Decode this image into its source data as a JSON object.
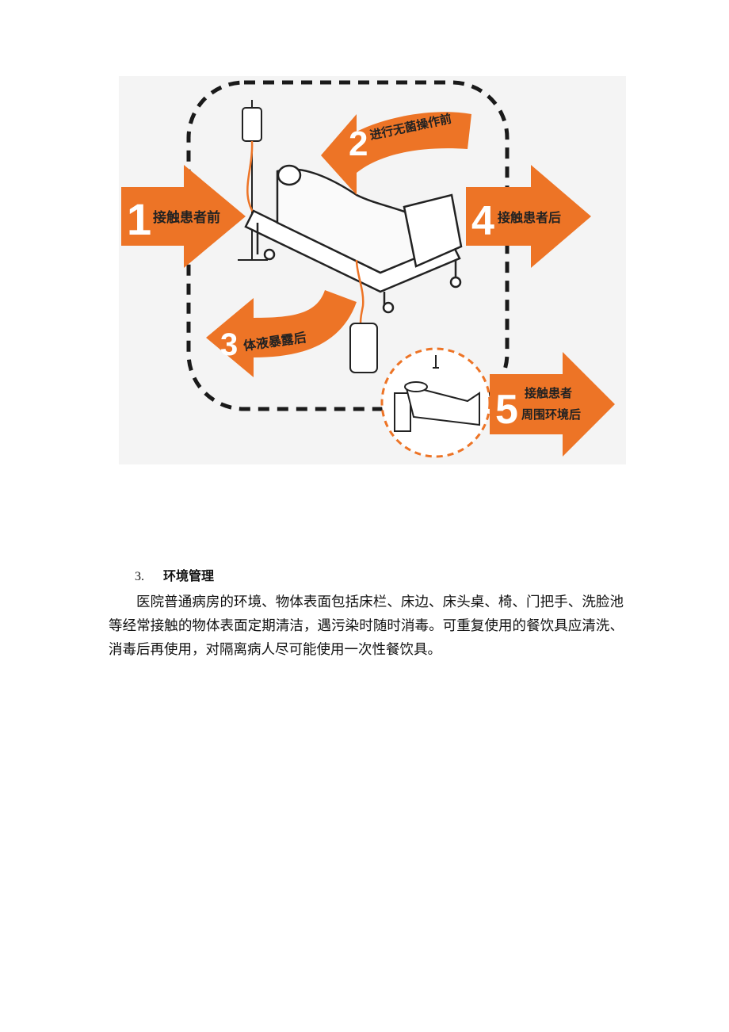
{
  "figure": {
    "moments": [
      {
        "number": "1",
        "label": "接触患者前",
        "icon": "arrow-right"
      },
      {
        "number": "2",
        "label": "进行无菌操作前",
        "icon": "curved-arrow"
      },
      {
        "number": "3",
        "label": "体液暴露后",
        "icon": "curved-arrow"
      },
      {
        "number": "4",
        "label": "接触患者后",
        "icon": "arrow-right"
      },
      {
        "number": "5",
        "label_line1": "接触患者",
        "label_line2": "周围环境后",
        "icon": "arrow-right"
      }
    ],
    "colors": {
      "accent": "#ED7426",
      "dash": "#1a1a1a",
      "circle_dash": "#ED7426"
    }
  },
  "section": {
    "number": "3.",
    "title": "环境管理",
    "paragraph": "医院普通病房的环境、物体表面包括床栏、床边、床头桌、椅、门把手、洗脸池等经常接触的物体表面定期清洁，遇污染时随时消毒。可重复使用的餐饮具应清洗、消毒后再使用，对隔离病人尽可能使用一次性餐饮具。"
  }
}
